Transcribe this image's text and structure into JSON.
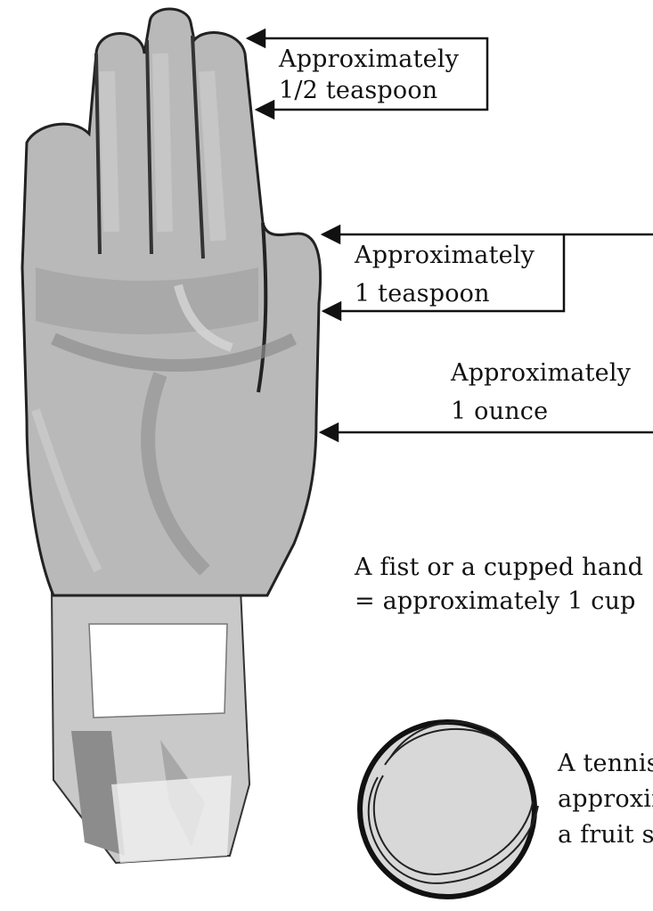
{
  "labels": {
    "tip": {
      "line1": "Approximately",
      "line2": "1/2 teaspoon"
    },
    "thumb": {
      "line1": "Approximately",
      "line2": "1 teaspoon"
    },
    "palm": {
      "line1": "Approximately",
      "line2": "1 ounce"
    },
    "fist": {
      "line1": "A fist or a cupped hand",
      "line2": "= approximately 1 cup"
    },
    "ball": {
      "line1": "A tennis ball =",
      "line2": "approximately",
      "line3": "a fruit serving"
    }
  },
  "colors": {
    "ink": "#111111",
    "skin": "#b9b9b9",
    "skin_shadow": "#8f8f8f",
    "skin_light": "#d6d6d6",
    "cuff": "#cfcfcf",
    "ball": "#d8d8d8"
  }
}
